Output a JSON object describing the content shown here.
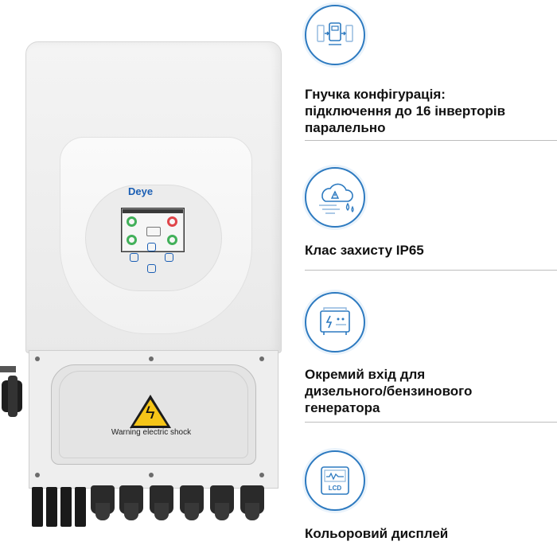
{
  "product": {
    "brand": "Deye",
    "warning_label": "Warning electric shock"
  },
  "features": [
    {
      "icon": "parallel-inverters-icon",
      "lines": [
        "Гнучка конфігурація:",
        "підключення до 16 інверторів",
        "паралельно"
      ]
    },
    {
      "icon": "weather-protection-icon",
      "lines": [
        "Клас захисту IP65"
      ]
    },
    {
      "icon": "generator-icon",
      "lines": [
        "Окремий вхід для",
        "дизельного/бензинового",
        "генератора"
      ]
    },
    {
      "icon": "lcd-display-icon",
      "icon_text": "LCD",
      "lines": [
        "Кольоровий дисплей"
      ]
    }
  ],
  "colors": {
    "accent": "#2d7ac0",
    "warning": "#f5c518"
  }
}
